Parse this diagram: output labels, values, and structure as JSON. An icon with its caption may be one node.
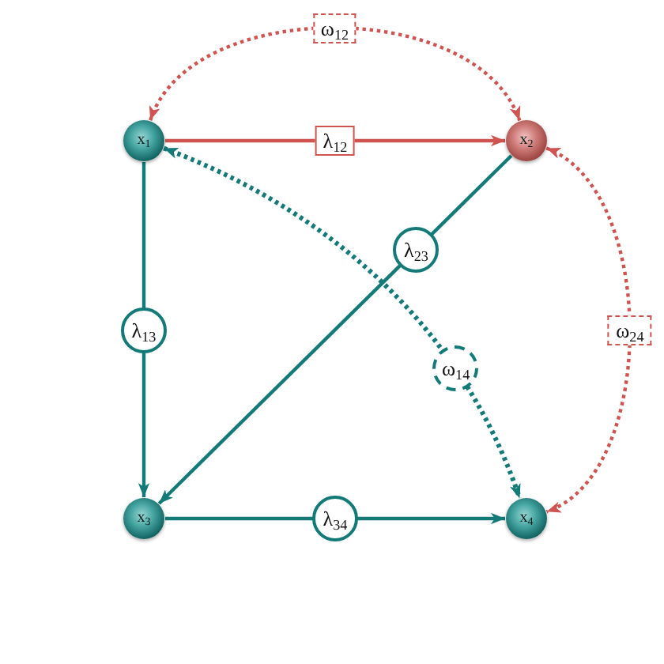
{
  "diagram": {
    "nodes": [
      {
        "text": [
          "x$_{1}$"
        ]
      },
      {
        "text": [
          "x$_{2}$"
        ]
      },
      {
        "text": [
          "x$_{3}$"
        ]
      },
      {
        "text": [
          "x$_{4}$"
        ]
      }
    ],
    "edges": [
      {
        "from": 0,
        "to": 1,
        "arrow": "to",
        "label": "λ$_{12}$",
        "color": "#cf5350"
      },
      {
        "from": 0,
        "to": 2,
        "arrow": "to",
        "label": "λ$_{13}$"
      },
      {
        "from": 1,
        "to": 2,
        "arrow": "to",
        "label": "λ$_{23}$"
      },
      {
        "from": 2,
        "to": 3,
        "arrow": "to",
        "label": "λ$_{34}$"
      },
      {
        "from": 0,
        "to": 1,
        "arrow": "both",
        "label": "ω$_{12}$",
        "style": "dashed",
        "color": "#cf5350"
      },
      {
        "from": 0,
        "to": 3,
        "arrow": "both",
        "label": "ω$_{14}$",
        "style": "dashed"
      },
      {
        "from": 1,
        "to": 3,
        "arrow": "both",
        "label": "ω$_{24}$",
        "style": "dashed",
        "color": "#cf5350"
      }
    ]
  }
}
